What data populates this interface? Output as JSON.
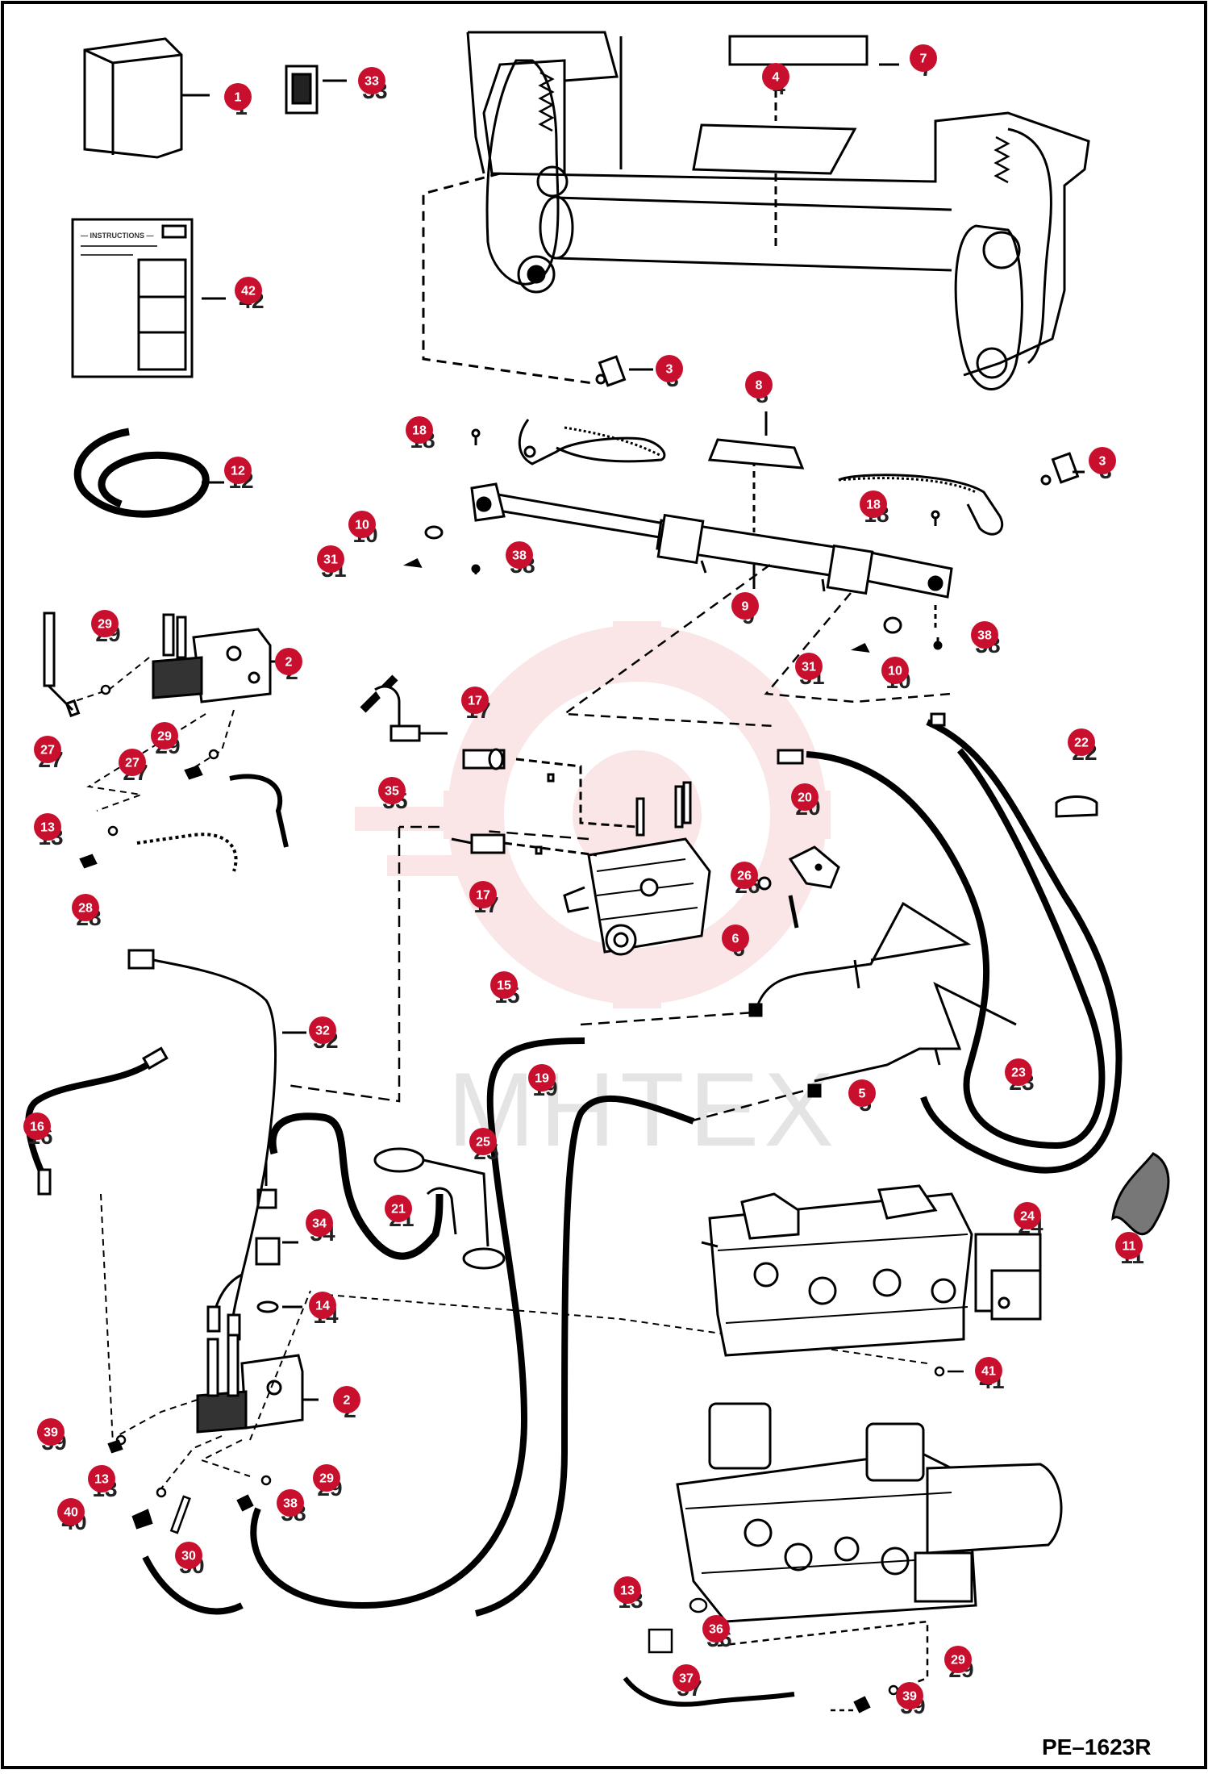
{
  "drawing_code": "PE–1623R",
  "watermark": "MHTEX",
  "instructions_label": "— INSTRUCTIONS —",
  "colors": {
    "callout_red": "#c8102e",
    "line": "#000000",
    "watermark_red": "#f2b8b8"
  },
  "callouts": [
    {
      "id": "c1",
      "label": "1"
    },
    {
      "id": "c33",
      "label": "33"
    },
    {
      "id": "c4",
      "label": "4"
    },
    {
      "id": "c7",
      "label": "7"
    },
    {
      "id": "c42",
      "label": "42"
    },
    {
      "id": "c3a",
      "label": "3"
    },
    {
      "id": "c8",
      "label": "8"
    },
    {
      "id": "c18a",
      "label": "18"
    },
    {
      "id": "c12",
      "label": "12"
    },
    {
      "id": "c3b",
      "label": "3"
    },
    {
      "id": "c18b",
      "label": "18"
    },
    {
      "id": "c10a",
      "label": "10"
    },
    {
      "id": "c31a",
      "label": "31"
    },
    {
      "id": "c38a",
      "label": "38"
    },
    {
      "id": "c9",
      "label": "9"
    },
    {
      "id": "c29a",
      "label": "29"
    },
    {
      "id": "c2a",
      "label": "2"
    },
    {
      "id": "c38b",
      "label": "38"
    },
    {
      "id": "c31b",
      "label": "31"
    },
    {
      "id": "c10b",
      "label": "10"
    },
    {
      "id": "c17a",
      "label": "17"
    },
    {
      "id": "c27a",
      "label": "27"
    },
    {
      "id": "c29b",
      "label": "29"
    },
    {
      "id": "c27b",
      "label": "27"
    },
    {
      "id": "c22",
      "label": "22"
    },
    {
      "id": "c35",
      "label": "35"
    },
    {
      "id": "c20",
      "label": "20"
    },
    {
      "id": "c13a",
      "label": "13"
    },
    {
      "id": "c17b",
      "label": "17"
    },
    {
      "id": "c26",
      "label": "26"
    },
    {
      "id": "c28",
      "label": "28"
    },
    {
      "id": "c6",
      "label": "6"
    },
    {
      "id": "c15",
      "label": "15"
    },
    {
      "id": "c32",
      "label": "32"
    },
    {
      "id": "c23",
      "label": "23"
    },
    {
      "id": "c19",
      "label": "19"
    },
    {
      "id": "c5",
      "label": "5"
    },
    {
      "id": "c16",
      "label": "16"
    },
    {
      "id": "c25",
      "label": "25"
    },
    {
      "id": "c21",
      "label": "21"
    },
    {
      "id": "c34",
      "label": "34"
    },
    {
      "id": "c24",
      "label": "24"
    },
    {
      "id": "c11",
      "label": "11"
    },
    {
      "id": "c14",
      "label": "14"
    },
    {
      "id": "c41",
      "label": "41"
    },
    {
      "id": "c2b",
      "label": "2"
    },
    {
      "id": "c39a",
      "label": "39"
    },
    {
      "id": "c13b",
      "label": "13"
    },
    {
      "id": "c29c",
      "label": "29"
    },
    {
      "id": "c40",
      "label": "40"
    },
    {
      "id": "c38c",
      "label": "38"
    },
    {
      "id": "c30",
      "label": "30"
    },
    {
      "id": "c13c",
      "label": "13"
    },
    {
      "id": "c36",
      "label": "36"
    },
    {
      "id": "c37",
      "label": "37"
    },
    {
      "id": "c29d",
      "label": "29"
    },
    {
      "id": "c39b",
      "label": "39"
    }
  ]
}
